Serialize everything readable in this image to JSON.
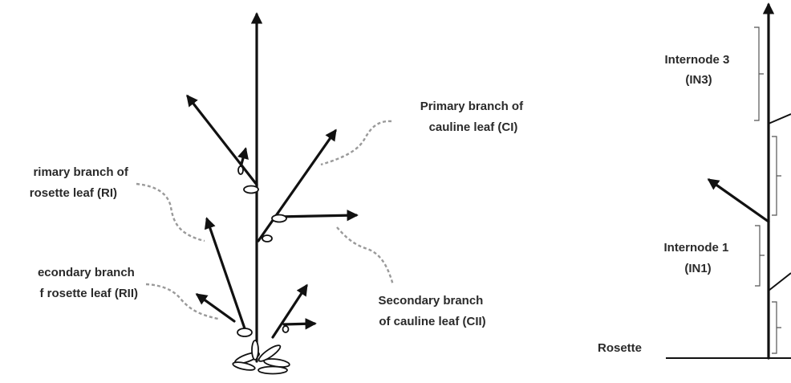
{
  "left_diagram": {
    "labels": {
      "primary_cauline": [
        "Primary branch of",
        "cauline leaf (CI)"
      ],
      "primary_rosette": [
        "rimary branch of",
        "rosette leaf (RI)"
      ],
      "secondary_rosette": [
        "econdary branch",
        "f rosette leaf (RII)"
      ],
      "secondary_cauline": [
        "Secondary branch",
        "of cauline leaf (CII)"
      ]
    }
  },
  "right_diagram": {
    "labels": {
      "internode_3": [
        "Internode 3",
        "(IN3)"
      ],
      "internode_1": [
        "Internode 1",
        "(IN1)"
      ],
      "rosette": "Rosette"
    }
  },
  "colors": {
    "lines": "#111111",
    "connectors": "#9a9a9a",
    "text": "#2a2a2a"
  }
}
